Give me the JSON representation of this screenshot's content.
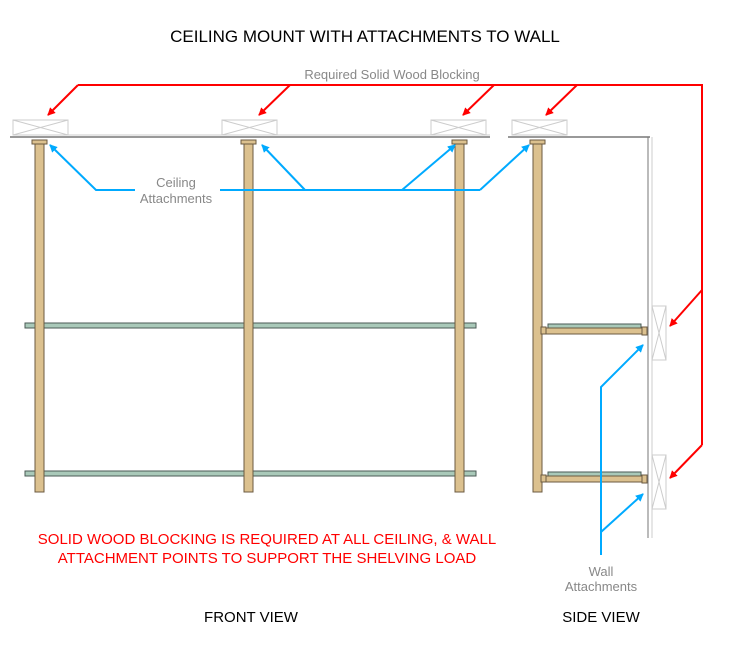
{
  "title": "CEILING MOUNT WITH ATTACHMENTS TO WALL",
  "labels": {
    "blocking": "Required Solid Wood Blocking",
    "ceiling_1": "Ceiling",
    "ceiling_2": "Attachments",
    "wall_1": "Wall",
    "wall_2": "Attachments",
    "note_1": "SOLID WOOD BLOCKING IS REQUIRED AT ALL CEILING, & WALL",
    "note_2": "ATTACHMENT POINTS TO SUPPORT THE SHELVING LOAD",
    "front_view": "FRONT VIEW",
    "side_view": "SIDE VIEW"
  },
  "colors": {
    "red": "#ff0000",
    "blue": "#00aaff",
    "wood": "#dcc18f",
    "glass": "#a9c9b9",
    "gray": "#888888"
  }
}
